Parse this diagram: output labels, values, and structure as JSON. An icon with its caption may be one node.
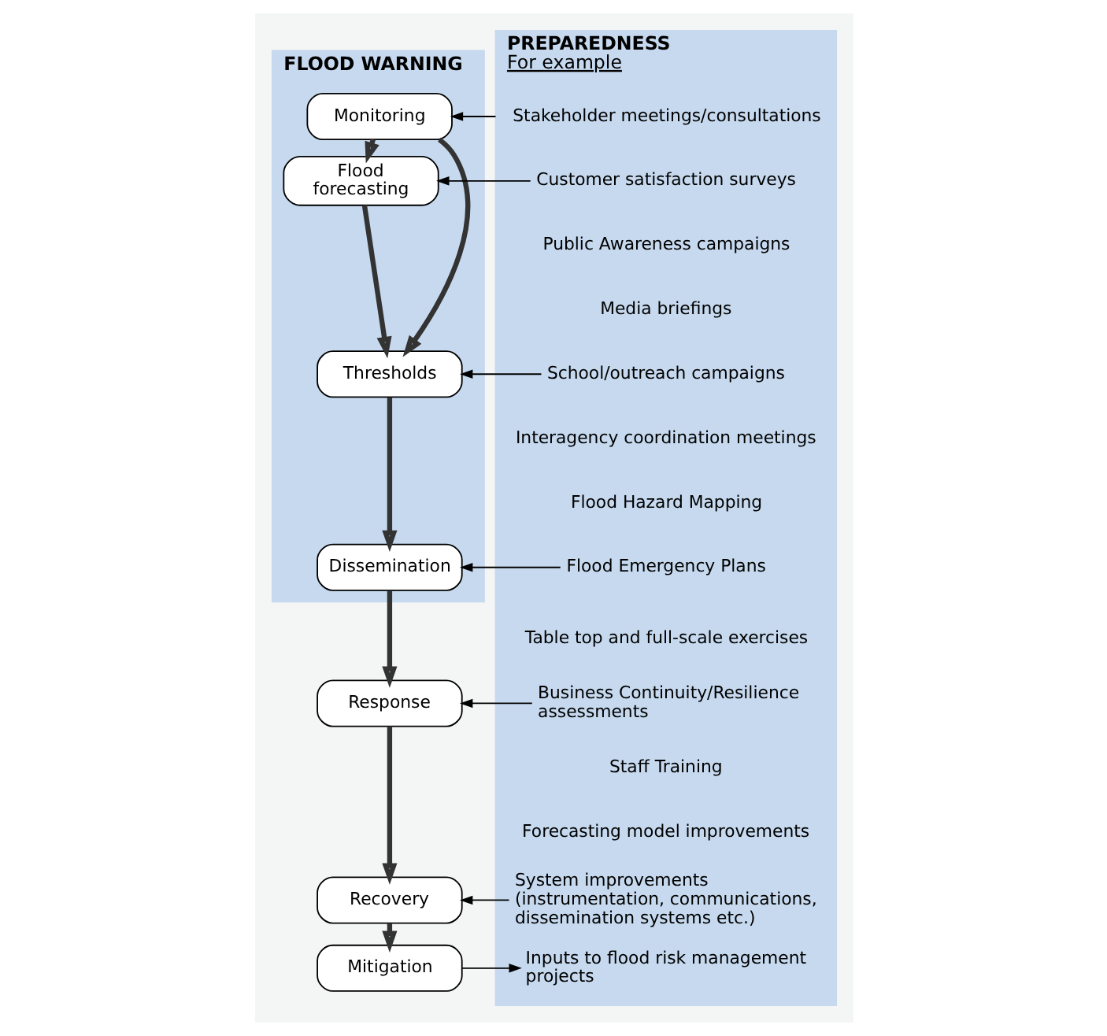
{
  "diagram": {
    "nodes": [
      {
        "text": [
          "FLOOD WARNING"
        ]
      },
      {
        "text": [
          "Monitoring"
        ],
        "in": 0
      },
      {
        "text": [
          "Flood forecasting"
        ],
        "in": 0
      },
      {
        "text": [
          "Thresholds"
        ],
        "in": 0
      },
      {
        "text": [
          "Dissemination"
        ],
        "in": 0
      },
      {
        "text": [
          "Response"
        ]
      },
      {
        "text": [
          "Recovery"
        ]
      },
      {
        "text": [
          "Mitigation"
        ]
      },
      {
        "text": [
          "PREPAREDNESS",
          "For example"
        ]
      },
      {
        "text": [
          "Stakeholder meetings/consultations"
        ],
        "in": 8
      },
      {
        "text": [
          "Customer satisfaction surveys"
        ],
        "in": 8
      },
      {
        "text": [
          "Public Awareness campaigns"
        ],
        "in": 8
      },
      {
        "text": [
          "Media briefings"
        ],
        "in": 8
      },
      {
        "text": [
          "School/outreach campaigns"
        ],
        "in": 8
      },
      {
        "text": [
          "Interagency coordination meetings"
        ],
        "in": 8
      },
      {
        "text": [
          "Flood Hazard Mapping"
        ],
        "in": 8
      },
      {
        "text": [
          "Flood Emergency Plans"
        ],
        "in": 8
      },
      {
        "text": [
          "Table top and full-scale exercises"
        ],
        "in": 8
      },
      {
        "text": [
          "Business Continuity/Resilience assessments"
        ],
        "in": 8
      },
      {
        "text": [
          "Staff Training"
        ],
        "in": 8
      },
      {
        "text": [
          "Forecasting model improvements"
        ],
        "in": 8
      },
      {
        "text": [
          "System improvements (instrumentation, communications, dissemination systems etc.)"
        ],
        "in": 8
      },
      {
        "text": [
          "Inputs to flood risk management projects"
        ],
        "in": 8
      }
    ],
    "edges": [
      {
        "from": 1,
        "to": 2,
        "arrow": "to",
        "style": "thick"
      },
      {
        "from": 1,
        "to": 3,
        "arrow": "to",
        "style": "thick"
      },
      {
        "from": 2,
        "to": 3,
        "arrow": "to",
        "style": "thick"
      },
      {
        "from": 3,
        "to": 4,
        "arrow": "to",
        "style": "thick"
      },
      {
        "from": 4,
        "to": 5,
        "arrow": "to",
        "style": "thick"
      },
      {
        "from": 5,
        "to": 6,
        "arrow": "to",
        "style": "thick"
      },
      {
        "from": 6,
        "to": 7,
        "arrow": "to",
        "style": "thick"
      },
      {
        "from": 8,
        "to": 1,
        "arrow": "to"
      },
      {
        "from": 10,
        "to": 2,
        "arrow": "to"
      },
      {
        "from": 13,
        "to": 3,
        "arrow": "to"
      },
      {
        "from": 16,
        "to": 4,
        "arrow": "to"
      },
      {
        "from": 18,
        "to": 5,
        "arrow": "to"
      },
      {
        "from": 21,
        "to": 6,
        "arrow": "to"
      },
      {
        "from": 7,
        "to": 22,
        "arrow": "to"
      }
    ]
  }
}
